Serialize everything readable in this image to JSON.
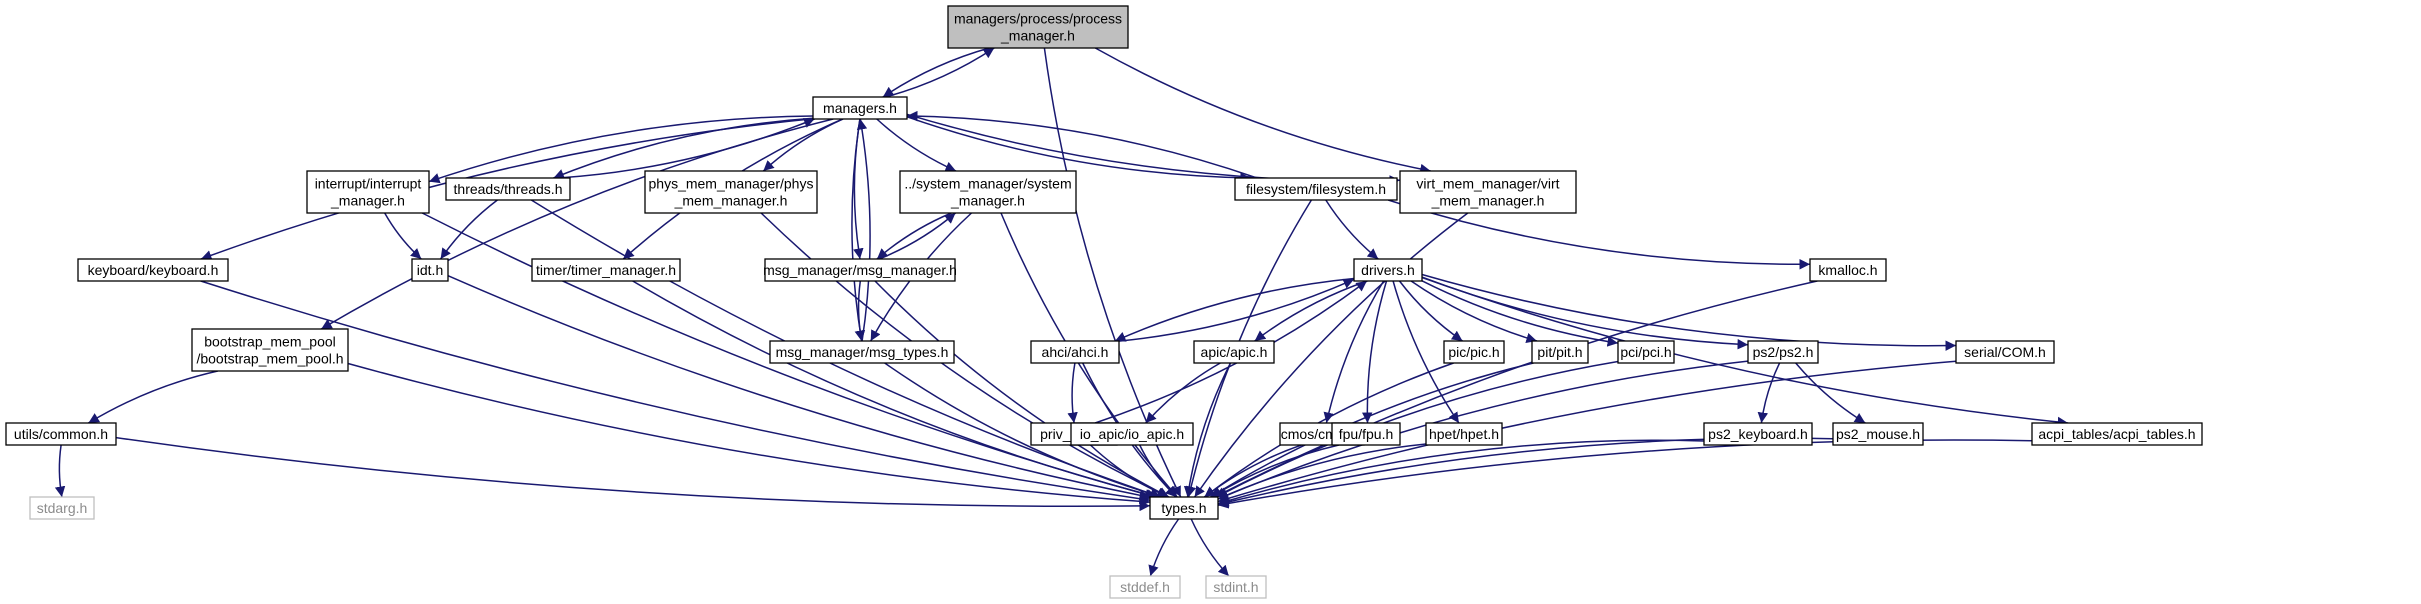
{
  "colors": {
    "edge": "#191970",
    "node_border": "#000000",
    "root_fill": "#bfbfbf",
    "system_header_border": "#bfbfbf",
    "system_header_text": "#8c8c8c"
  },
  "nodes": {
    "process_manager": [
      "managers/process/process",
      "_manager.h"
    ],
    "managers": [
      "managers.h"
    ],
    "interrupt_manager": [
      "interrupt/interrupt",
      "_manager.h"
    ],
    "threads": [
      "threads/threads.h"
    ],
    "phys_mem_manager": [
      "phys_mem_manager/phys",
      "_mem_manager.h"
    ],
    "system_manager": [
      "../system_manager/system",
      "_manager.h"
    ],
    "filesystem": [
      "filesystem/filesystem.h"
    ],
    "virt_mem_manager": [
      "virt_mem_manager/virt",
      "_mem_manager.h"
    ],
    "keyboard": [
      "keyboard/keyboard.h"
    ],
    "idt": [
      "idt.h"
    ],
    "timer_manager": [
      "timer/timer_manager.h"
    ],
    "msg_manager": [
      "msg_manager/msg_manager.h"
    ],
    "drivers": [
      "drivers.h"
    ],
    "kmalloc": [
      "kmalloc.h"
    ],
    "bootstrap_mem_pool": [
      "bootstrap_mem_pool",
      "/bootstrap_mem_pool.h"
    ],
    "msg_types": [
      "msg_manager/msg_types.h"
    ],
    "ahci": [
      "ahci/ahci.h"
    ],
    "apic": [
      "apic/apic.h"
    ],
    "pic": [
      "pic/pic.h"
    ],
    "pit": [
      "pit/pit.h"
    ],
    "pci": [
      "pci/pci.h"
    ],
    "ps2": [
      "ps2/ps2.h"
    ],
    "serial_com": [
      "serial/COM.h"
    ],
    "utils_common": [
      "utils/common.h"
    ],
    "priv_ahci": [
      "priv_ahci.h"
    ],
    "io_apic": [
      "io_apic/io_apic.h"
    ],
    "cmos": [
      "cmos/cmos.h"
    ],
    "fpu": [
      "fpu/fpu.h"
    ],
    "hpet": [
      "hpet/hpet.h"
    ],
    "ps2_keyboard": [
      "ps2_keyboard.h"
    ],
    "ps2_mouse": [
      "ps2_mouse.h"
    ],
    "acpi_tables": [
      "acpi_tables/acpi_tables.h"
    ],
    "stdarg": [
      "stdarg.h"
    ],
    "types": [
      "types.h"
    ],
    "stddef": [
      "stddef.h"
    ],
    "stdint": [
      "stdint.h"
    ]
  },
  "edges": [
    [
      "process_manager",
      "managers"
    ],
    [
      "process_manager",
      "virt_mem_manager"
    ],
    [
      "process_manager",
      "types"
    ],
    [
      "managers",
      "process_manager"
    ],
    [
      "managers",
      "interrupt_manager"
    ],
    [
      "managers",
      "threads"
    ],
    [
      "managers",
      "phys_mem_manager"
    ],
    [
      "managers",
      "system_manager"
    ],
    [
      "managers",
      "filesystem"
    ],
    [
      "managers",
      "virt_mem_manager"
    ],
    [
      "managers",
      "keyboard"
    ],
    [
      "managers",
      "timer_manager"
    ],
    [
      "managers",
      "msg_manager"
    ],
    [
      "managers",
      "bootstrap_mem_pool"
    ],
    [
      "managers",
      "msg_types"
    ],
    [
      "interrupt_manager",
      "idt"
    ],
    [
      "interrupt_manager",
      "types"
    ],
    [
      "threads",
      "managers"
    ],
    [
      "threads",
      "idt"
    ],
    [
      "threads",
      "types"
    ],
    [
      "phys_mem_manager",
      "types"
    ],
    [
      "system_manager",
      "msg_manager"
    ],
    [
      "system_manager",
      "msg_types"
    ],
    [
      "system_manager",
      "types"
    ],
    [
      "filesystem",
      "managers"
    ],
    [
      "filesystem",
      "drivers"
    ],
    [
      "filesystem",
      "kmalloc"
    ],
    [
      "filesystem",
      "types"
    ],
    [
      "virt_mem_manager",
      "types"
    ],
    [
      "keyboard",
      "types"
    ],
    [
      "idt",
      "types"
    ],
    [
      "timer_manager",
      "types"
    ],
    [
      "msg_manager",
      "system_manager"
    ],
    [
      "msg_manager",
      "msg_types"
    ],
    [
      "msg_manager",
      "types"
    ],
    [
      "drivers",
      "ahci"
    ],
    [
      "drivers",
      "apic"
    ],
    [
      "drivers",
      "pic"
    ],
    [
      "drivers",
      "pit"
    ],
    [
      "drivers",
      "pci"
    ],
    [
      "drivers",
      "ps2"
    ],
    [
      "drivers",
      "serial_com"
    ],
    [
      "drivers",
      "cmos"
    ],
    [
      "drivers",
      "fpu"
    ],
    [
      "drivers",
      "hpet"
    ],
    [
      "drivers",
      "acpi_tables"
    ],
    [
      "kmalloc",
      "types"
    ],
    [
      "bootstrap_mem_pool",
      "utils_common"
    ],
    [
      "bootstrap_mem_pool",
      "types"
    ],
    [
      "msg_types",
      "managers"
    ],
    [
      "msg_types",
      "types"
    ],
    [
      "ahci",
      "drivers"
    ],
    [
      "ahci",
      "priv_ahci"
    ],
    [
      "ahci",
      "types"
    ],
    [
      "apic",
      "io_apic"
    ],
    [
      "apic",
      "types"
    ],
    [
      "pic",
      "types"
    ],
    [
      "pit",
      "types"
    ],
    [
      "pci",
      "types"
    ],
    [
      "ps2",
      "ps2_keyboard"
    ],
    [
      "ps2",
      "ps2_mouse"
    ],
    [
      "ps2",
      "types"
    ],
    [
      "serial_com",
      "types"
    ],
    [
      "utils_common",
      "stdarg"
    ],
    [
      "utils_common",
      "types"
    ],
    [
      "priv_ahci",
      "drivers"
    ],
    [
      "priv_ahci",
      "types"
    ],
    [
      "io_apic",
      "types"
    ],
    [
      "cmos",
      "types"
    ],
    [
      "fpu",
      "types"
    ],
    [
      "hpet",
      "types"
    ],
    [
      "ps2_keyboard",
      "types"
    ],
    [
      "ps2_mouse",
      "types"
    ],
    [
      "acpi_tables",
      "types"
    ],
    [
      "types",
      "stddef"
    ],
    [
      "types",
      "stdint"
    ]
  ]
}
